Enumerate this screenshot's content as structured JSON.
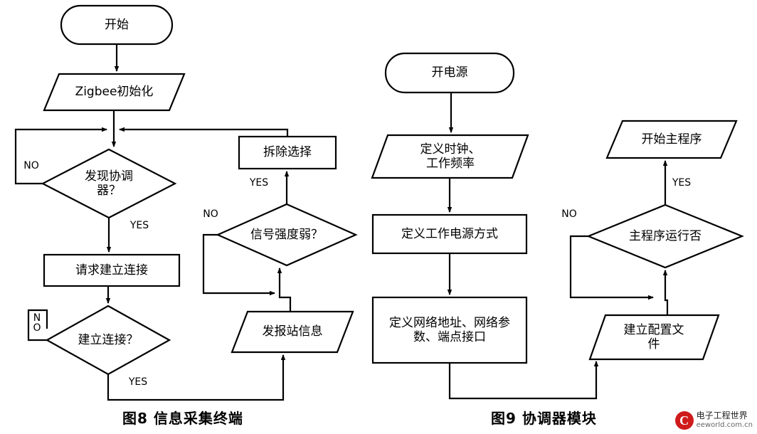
{
  "figures": [
    {
      "id": "fig8",
      "caption": "图8  信息采集终端",
      "nodes": [
        {
          "name": "start-terminal",
          "shape": "terminator",
          "text": "开始"
        },
        {
          "name": "zigbee-init",
          "shape": "parallelogram",
          "text": "Zigbee初始化"
        },
        {
          "name": "find-coordinator",
          "shape": "diamond",
          "text": "发现协调\n器？"
        },
        {
          "name": "request-connect",
          "shape": "rect",
          "text": "请求建立连接"
        },
        {
          "name": "connect-established",
          "shape": "diamond",
          "text": "建立连接？"
        },
        {
          "name": "send-station-info",
          "shape": "parallelogram",
          "text": "发报站信息"
        },
        {
          "name": "signal-weak",
          "shape": "diamond",
          "text": "信号强度弱？"
        },
        {
          "name": "remove-selection",
          "shape": "rect",
          "text": "拆除选择"
        }
      ],
      "edge_labels": [
        {
          "name": "label-no-find-coordinator",
          "text": "NO"
        },
        {
          "name": "label-yes-find-coordinator",
          "text": "YES"
        },
        {
          "name": "label-no-connect",
          "text": "N\nO"
        },
        {
          "name": "label-yes-connect",
          "text": "YES"
        },
        {
          "name": "label-no-signal-weak",
          "text": "NO"
        },
        {
          "name": "label-yes-signal-weak",
          "text": "YES"
        }
      ]
    },
    {
      "id": "fig9",
      "caption": "图9  协调器模块",
      "nodes": [
        {
          "name": "power-on",
          "shape": "terminator",
          "text": "开电源"
        },
        {
          "name": "define-clock-frequency",
          "shape": "parallelogram",
          "text": "定义时钟、\n工作频率"
        },
        {
          "name": "define-power-mode",
          "shape": "rect",
          "text": "定义工作电源方式"
        },
        {
          "name": "define-network-address",
          "shape": "rect",
          "text": "定义网络地址、网络参\n数、端点接口"
        },
        {
          "name": "create-config-file",
          "shape": "parallelogram",
          "text": "建立配置文\n件"
        },
        {
          "name": "main-program-running",
          "shape": "diamond",
          "text": "主程序运行否"
        },
        {
          "name": "start-main-program",
          "shape": "parallelogram",
          "text": "开始主程序"
        }
      ],
      "edge_labels": [
        {
          "name": "label-no-main-program",
          "text": "NO"
        },
        {
          "name": "label-yes-main-program",
          "text": "YES"
        }
      ]
    }
  ],
  "watermark": {
    "logo_letter": "C",
    "line1": "电子工程世界",
    "line2": "eeworld.com.cn"
  }
}
